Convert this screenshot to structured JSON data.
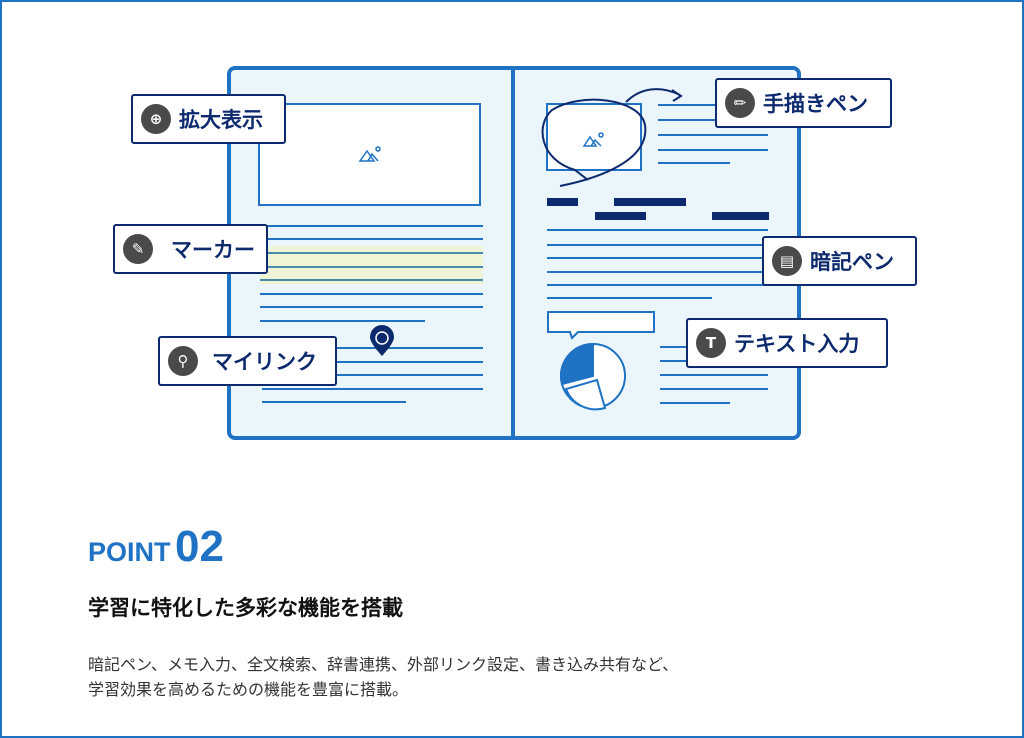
{
  "labels": {
    "zoom": {
      "text": "拡大表示",
      "icon": "zoom-icon"
    },
    "marker": {
      "text": "マーカー",
      "icon": "pen-icon"
    },
    "mylink": {
      "text": "マイリンク",
      "icon": "pin-icon"
    },
    "handwriting": {
      "text": "手描きペン",
      "icon": "pencil-icon"
    },
    "memorize": {
      "text": "暗記ペン",
      "icon": "memorize-pen-icon"
    },
    "text_input": {
      "text": "テキスト入力",
      "icon": "text-input-icon"
    }
  },
  "point": {
    "label": "POINT",
    "number": "02"
  },
  "heading": "学習に特化した多彩な機能を搭載",
  "description": {
    "line1": "暗記ペン、メモ入力、全文検索、辞書連携、外部リンク設定、書き込み共有など、",
    "line2": "学習効果を高めるための機能を豊富に搭載。"
  },
  "colors": {
    "accent": "#1f72c4",
    "navy": "#0e2a6e",
    "page_bg": "#eaf6fc",
    "highlight": "#eef5d6"
  }
}
